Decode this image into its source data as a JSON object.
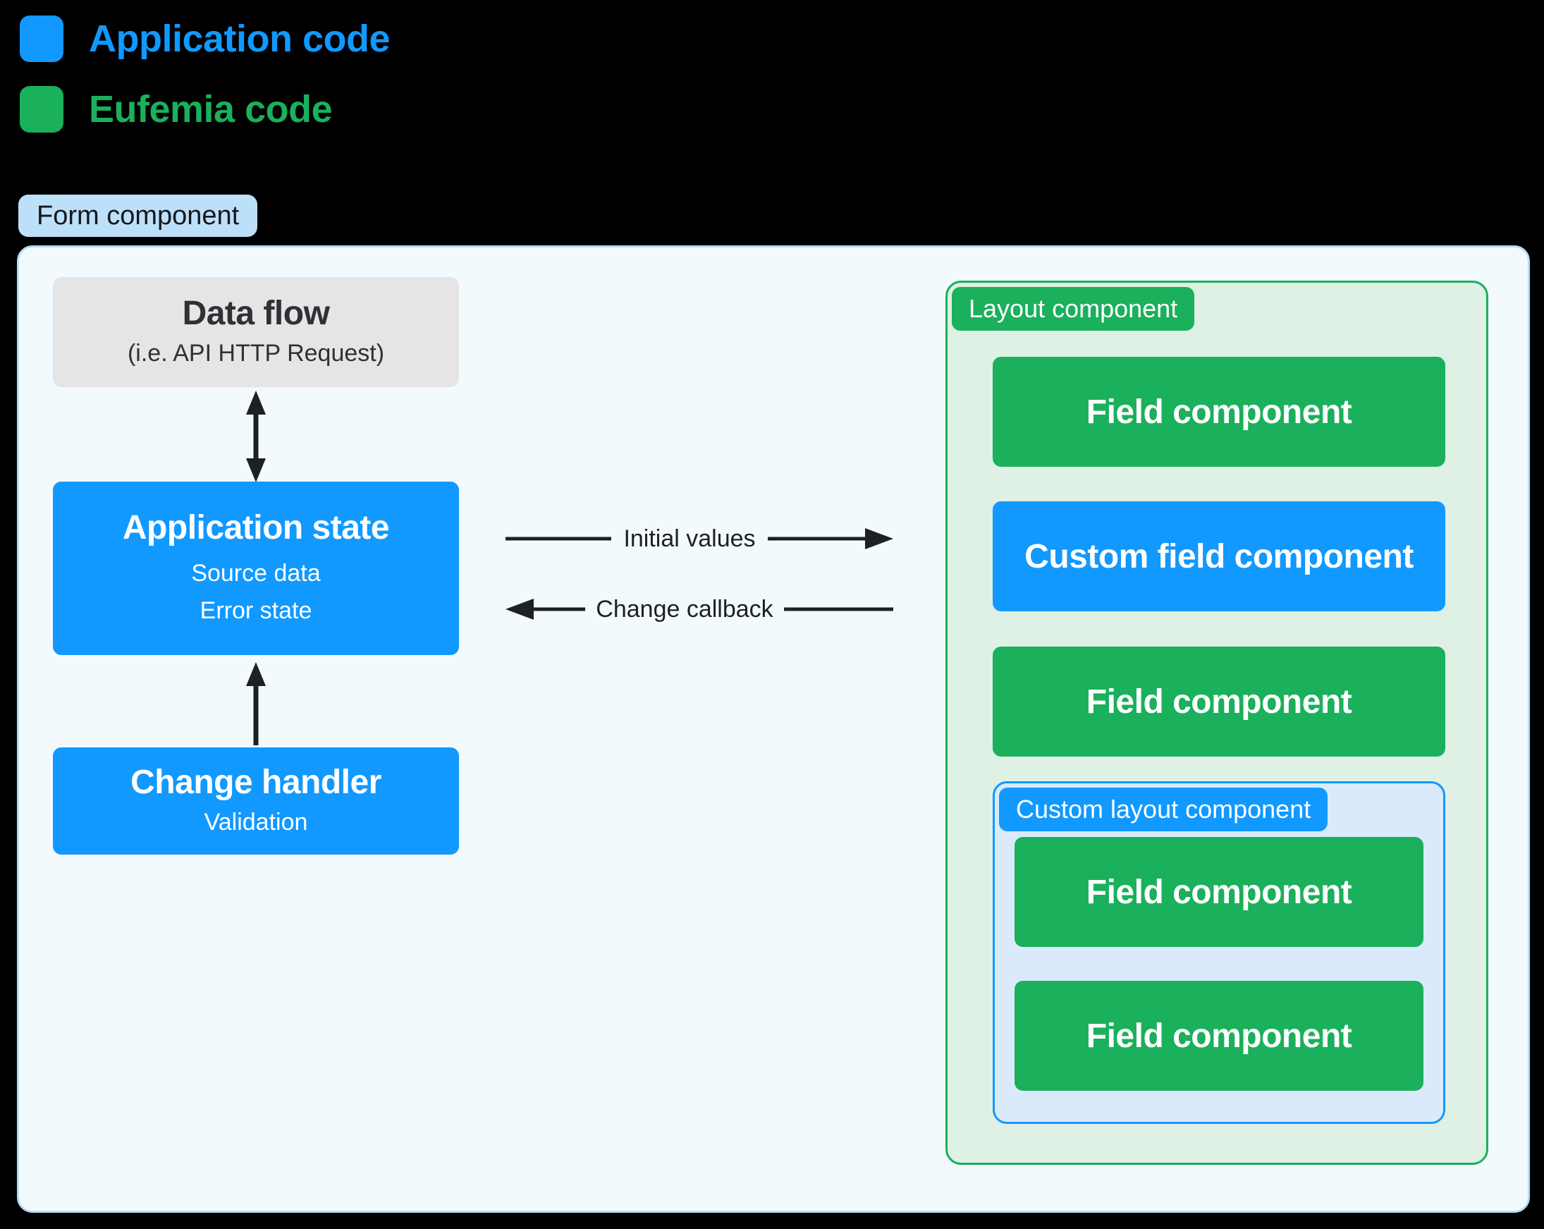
{
  "legend": {
    "items": [
      {
        "label": "Application code",
        "swatch": "application-blue"
      },
      {
        "label": "Eufemia code",
        "swatch": "eufemia-green"
      }
    ]
  },
  "form": {
    "label": "Form component",
    "data_flow": {
      "title": "Data flow",
      "subtitle": "(i.e. API HTTP Request)"
    },
    "application_state": {
      "title": "Application state",
      "line1": "Source data",
      "line2": "Error state"
    },
    "change_handler": {
      "title": "Change handler",
      "subtitle": "Validation"
    },
    "flows": {
      "initial_values": "Initial values",
      "change_callback": "Change callback"
    },
    "layout_component": {
      "label": "Layout component",
      "field_1": "Field component",
      "custom_field": "Custom field component",
      "field_2": "Field component",
      "custom_layout": {
        "label": "Custom layout component",
        "field_1": "Field component",
        "field_2": "Field component"
      }
    }
  },
  "colors": {
    "application_blue": "#1199FF",
    "eufemia_green": "#1AB05C",
    "light_green_bg": "#DFF0E5",
    "light_blue_bg": "#DBEAFB",
    "form_bg": "#F3FAFE",
    "form_border": "#B7DDF5",
    "pill_blue_bg": "#BDE0FA",
    "gray_box_bg": "#E5E5E5",
    "arrow_color": "#1D2125",
    "dark_text": "#2E3135",
    "black_bg": "#000000"
  }
}
